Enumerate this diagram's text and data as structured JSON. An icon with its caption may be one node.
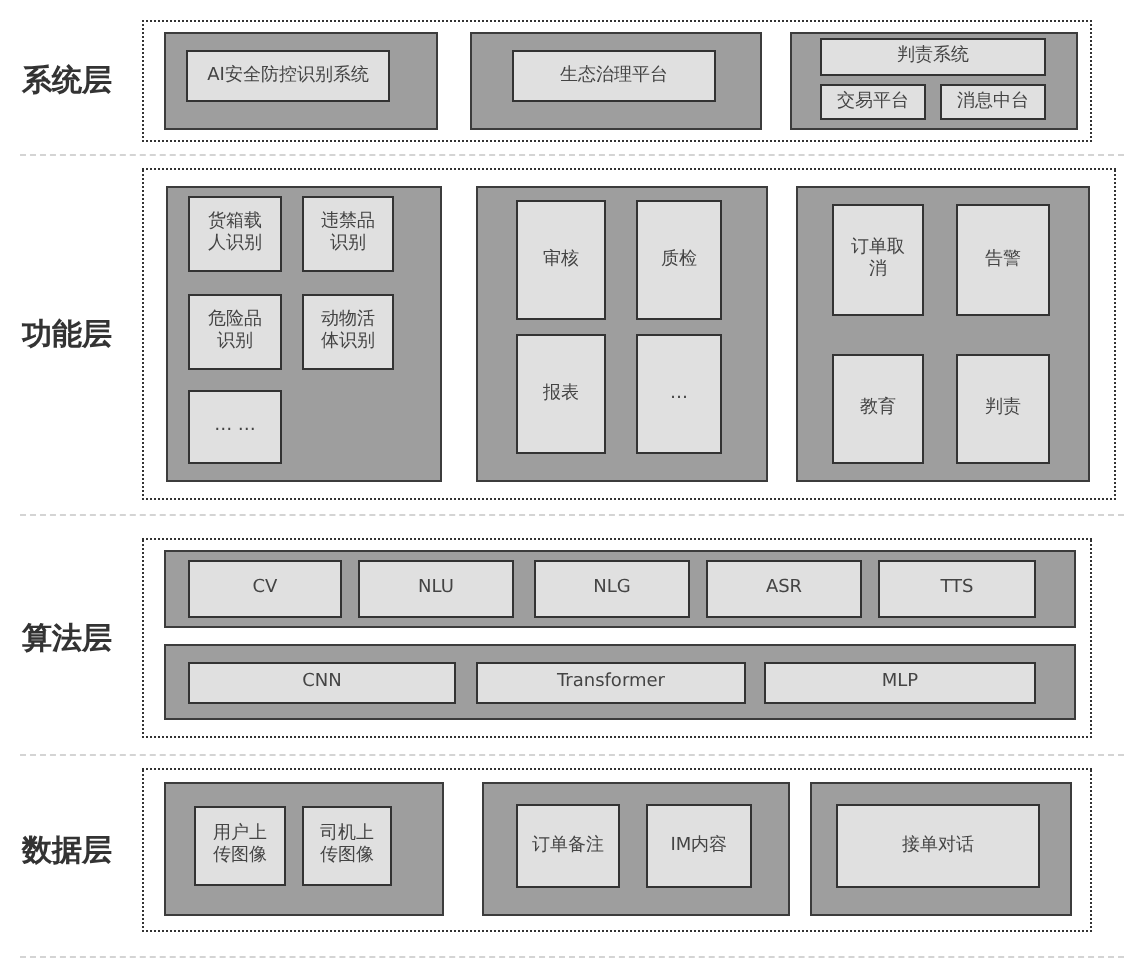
{
  "diagram": {
    "nodes": [
      {
        "text": [
          "系统层"
        ]
      },
      {
        "text": [],
        "shape": "box",
        "in": 0
      },
      {
        "text": [
          "AI安全防控识别系统"
        ],
        "in": 1
      },
      {
        "text": [],
        "shape": "box",
        "in": 0
      },
      {
        "text": [
          "生态治理平台"
        ],
        "in": 3
      },
      {
        "text": [],
        "shape": "box",
        "in": 0
      },
      {
        "text": [
          "判责系统"
        ],
        "in": 5
      },
      {
        "text": [
          "交易平台"
        ],
        "in": 5
      },
      {
        "text": [
          "消息中台"
        ],
        "in": 5
      },
      {
        "text": [
          "功能层"
        ]
      },
      {
        "text": [],
        "shape": "box",
        "in": 9
      },
      {
        "text": [
          "货箱载人识别"
        ],
        "in": 10
      },
      {
        "text": [
          "违禁品识别"
        ],
        "in": 10
      },
      {
        "text": [
          "危险品识别"
        ],
        "in": 10
      },
      {
        "text": [
          "动物活体识别"
        ],
        "in": 10
      },
      {
        "text": [
          "… …"
        ],
        "in": 10
      },
      {
        "text": [],
        "shape": "box",
        "in": 9
      },
      {
        "text": [
          "审核"
        ],
        "in": 16
      },
      {
        "text": [
          "质检"
        ],
        "in": 16
      },
      {
        "text": [
          "报表"
        ],
        "in": 16
      },
      {
        "text": [
          "…"
        ],
        "in": 16
      },
      {
        "text": [],
        "shape": "box",
        "in": 9
      },
      {
        "text": [
          "订单取消"
        ],
        "in": 21
      },
      {
        "text": [
          "告警"
        ],
        "in": 21
      },
      {
        "text": [
          "教育"
        ],
        "in": 21
      },
      {
        "text": [
          "判责"
        ],
        "in": 21
      },
      {
        "text": [
          "算法层"
        ]
      },
      {
        "text": [],
        "shape": "box",
        "in": 26
      },
      {
        "text": [
          "CV"
        ],
        "in": 27
      },
      {
        "text": [
          "NLU"
        ],
        "in": 27
      },
      {
        "text": [
          "NLG"
        ],
        "in": 27
      },
      {
        "text": [
          "ASR"
        ],
        "in": 27
      },
      {
        "text": [
          "TTS"
        ],
        "in": 27
      },
      {
        "text": [],
        "shape": "box",
        "in": 26
      },
      {
        "text": [
          "CNN"
        ],
        "in": 33
      },
      {
        "text": [
          "Transformer"
        ],
        "in": 33
      },
      {
        "text": [
          "MLP"
        ],
        "in": 33
      },
      {
        "text": [
          "数据层"
        ]
      },
      {
        "text": [],
        "shape": "box",
        "in": 37
      },
      {
        "text": [
          "用户上传图像"
        ],
        "in": 38
      },
      {
        "text": [
          "司机上传图像"
        ],
        "in": 38
      },
      {
        "text": [],
        "shape": "box",
        "in": 37
      },
      {
        "text": [
          "订单备注"
        ],
        "in": 41
      },
      {
        "text": [
          "IM内容"
        ],
        "in": 41
      },
      {
        "text": [],
        "shape": "box",
        "in": 37
      },
      {
        "text": [
          "接单对话"
        ],
        "in": 44
      }
    ],
    "edges": []
  }
}
